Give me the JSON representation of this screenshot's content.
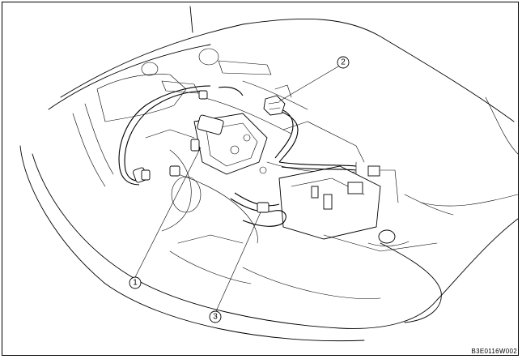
{
  "callouts": [
    {
      "id": "1",
      "label": "1"
    },
    {
      "id": "2",
      "label": "2"
    },
    {
      "id": "3",
      "label": "3"
    }
  ],
  "figure_code": "B3E0116W002"
}
